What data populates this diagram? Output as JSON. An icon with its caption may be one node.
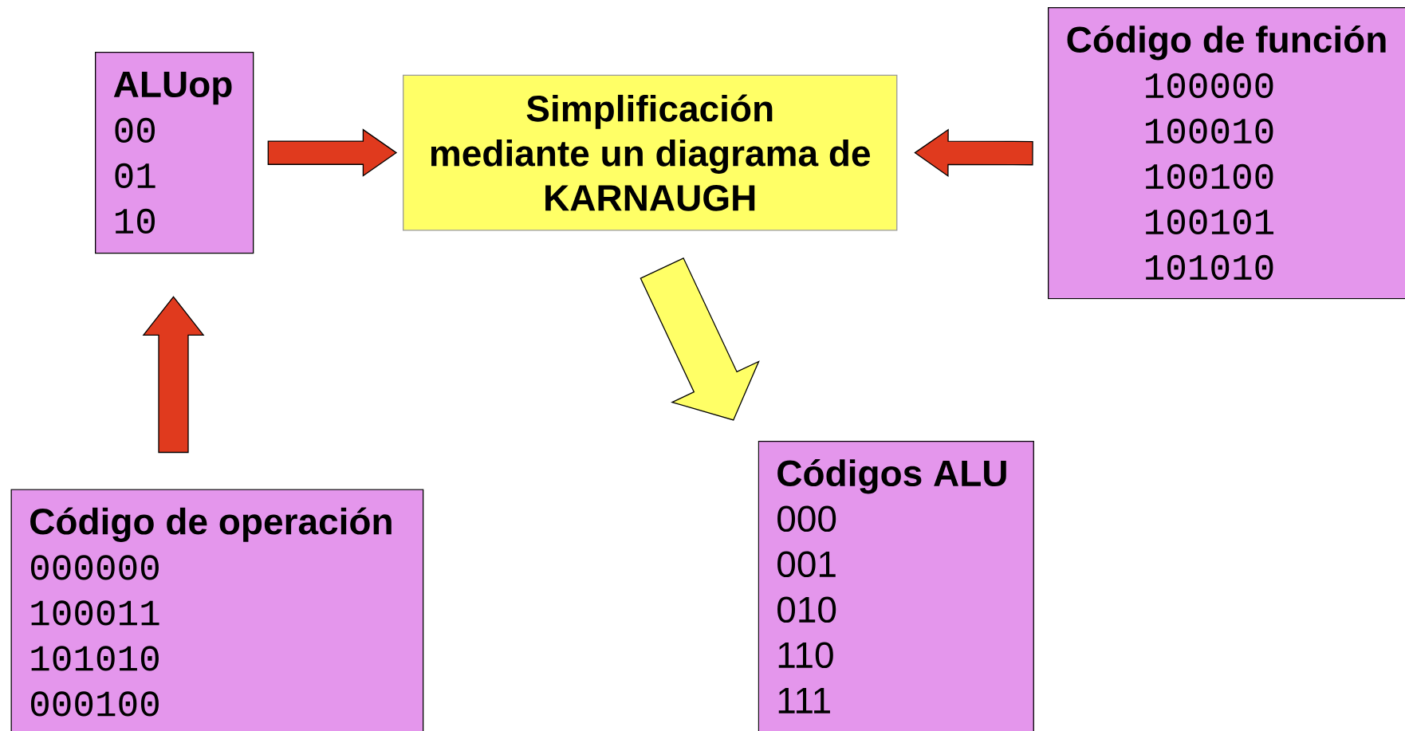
{
  "diagram": {
    "nodes": [
      {
        "text": [
          "ALUop",
          "00",
          "01",
          "10"
        ]
      },
      {
        "text": [
          "Simplificación mediante un diagrama de KARNAUGH"
        ]
      },
      {
        "text": [
          "Código de función",
          "100000",
          "100010",
          "100100",
          "100101",
          "101010"
        ]
      },
      {
        "text": [
          "Código de operación",
          "000000",
          "100011",
          "101010",
          "000100"
        ]
      },
      {
        "text": [
          "Códigos ALU",
          "000",
          "001",
          "010",
          "110",
          "111"
        ]
      }
    ],
    "edges": [
      {
        "from": 3,
        "to": 0,
        "arrow": "to"
      },
      {
        "from": 0,
        "to": 1,
        "arrow": "to"
      },
      {
        "from": 2,
        "to": 1,
        "arrow": "to"
      },
      {
        "from": 1,
        "to": 4,
        "arrow": "to",
        "color": "#ffff66"
      }
    ]
  }
}
